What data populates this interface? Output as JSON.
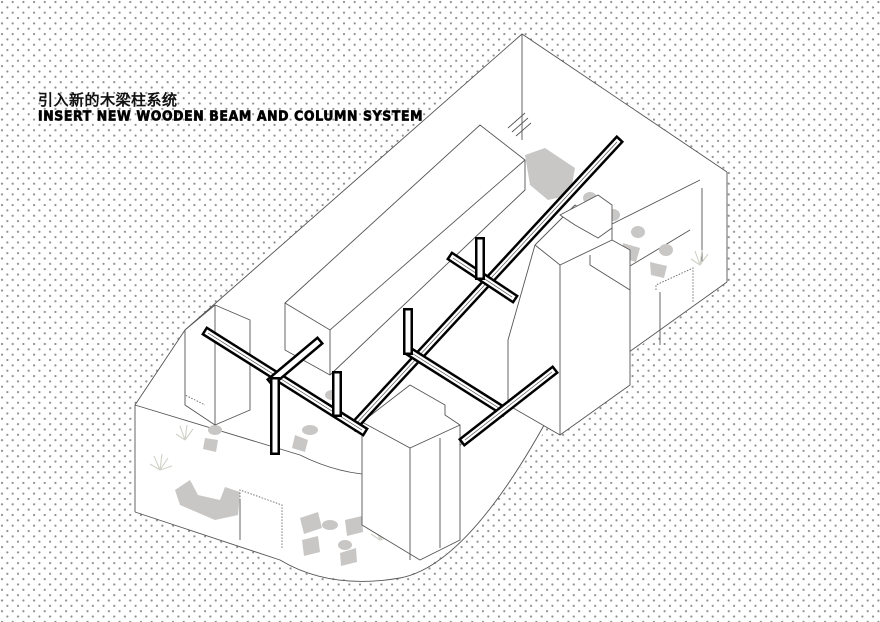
{
  "title": {
    "chinese": "引入新的木梁柱系统",
    "english": "INSERT NEW WOODEN BEAM AND COLUMN SYSTEM"
  },
  "drawing": {
    "type": "axonometric",
    "subject": "wooden beam and column system inserted into interior space",
    "colors": {
      "background": "#ffffff",
      "dot_pattern": "#8f8f8f",
      "outline": "#555555",
      "beam": "#000000",
      "furniture": "#c9c7c5",
      "plants": "#cfd2c6"
    },
    "elements": [
      "outer-shell",
      "inner-blocks",
      "furniture-silhouettes",
      "plants",
      "doorways",
      "main-beam",
      "cross-beams",
      "columns"
    ]
  }
}
